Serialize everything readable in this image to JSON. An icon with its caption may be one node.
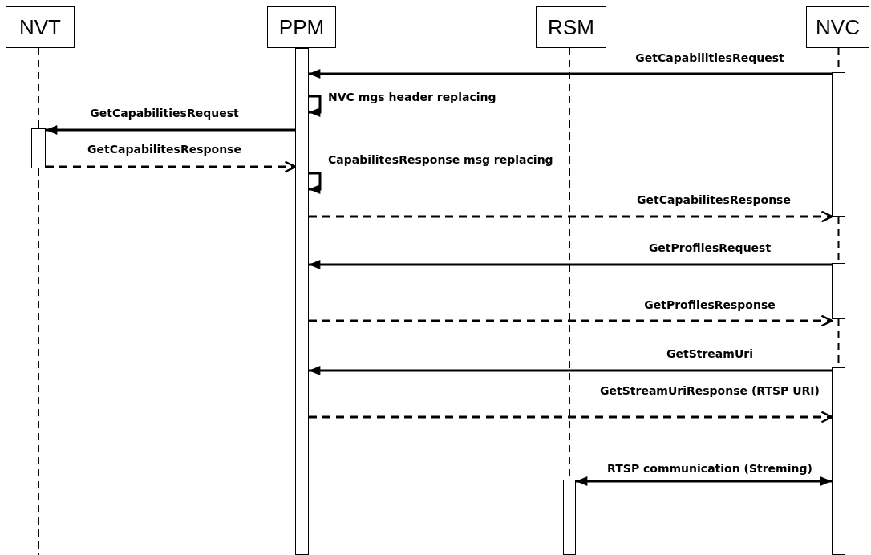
{
  "diagram": {
    "nodes": [
      {
        "text": [
          "NVT"
        ]
      },
      {
        "text": [
          "PPM"
        ]
      },
      {
        "text": [
          "RSM"
        ]
      },
      {
        "text": [
          "NVC"
        ]
      },
      {
        "text": [],
        "shape": "bar"
      },
      {
        "text": [],
        "shape": "bar"
      },
      {
        "text": [],
        "shape": "bar"
      },
      {
        "text": [],
        "shape": "bar"
      },
      {
        "text": [],
        "shape": "bar"
      },
      {
        "text": [],
        "shape": "bar"
      }
    ],
    "edges": [
      {
        "from": 7,
        "to": 5,
        "arrow": "to",
        "label": "GetCapabilitiesRequest"
      },
      {
        "from": 5,
        "to": 5,
        "arrow": "to",
        "label": "NVC mgs header replacing"
      },
      {
        "from": 5,
        "to": 4,
        "arrow": "to",
        "label": "GetCapabilitiesRequest"
      },
      {
        "from": 4,
        "to": 5,
        "arrow": "to",
        "label": "GetCapabilitesResponse",
        "style": "dashed"
      },
      {
        "from": 5,
        "to": 5,
        "arrow": "to",
        "label": "CapabilitesResponse msg replacing"
      },
      {
        "from": 5,
        "to": 7,
        "arrow": "to",
        "label": "GetCapabilitesResponse",
        "style": "dashed"
      },
      {
        "from": 8,
        "to": 5,
        "arrow": "to",
        "label": "GetProfilesRequest"
      },
      {
        "from": 5,
        "to": 8,
        "arrow": "to",
        "label": "GetProfilesResponse",
        "style": "dashed"
      },
      {
        "from": 9,
        "to": 5,
        "arrow": "to",
        "label": "GetStreamUri"
      },
      {
        "from": 5,
        "to": 9,
        "arrow": "to",
        "label": "GetStreamUriResponse (RTSP URI)",
        "style": "dashed"
      },
      {
        "from": 6,
        "to": 9,
        "arrow": "both",
        "label": "RTSP communication (Streming)"
      },
      {
        "from": 0,
        "to": 4,
        "arrow": "none",
        "style": "dashed"
      },
      {
        "from": 4,
        "to": null,
        "arrow": "none",
        "style": "dashed"
      },
      {
        "from": 2,
        "to": 6,
        "arrow": "none",
        "style": "dashed"
      },
      {
        "from": 3,
        "to": 7,
        "arrow": "none",
        "style": "dashed"
      },
      {
        "from": 7,
        "to": 8,
        "arrow": "none",
        "style": "dashed"
      },
      {
        "from": 8,
        "to": 9,
        "arrow": "none",
        "style": "dashed"
      }
    ]
  }
}
